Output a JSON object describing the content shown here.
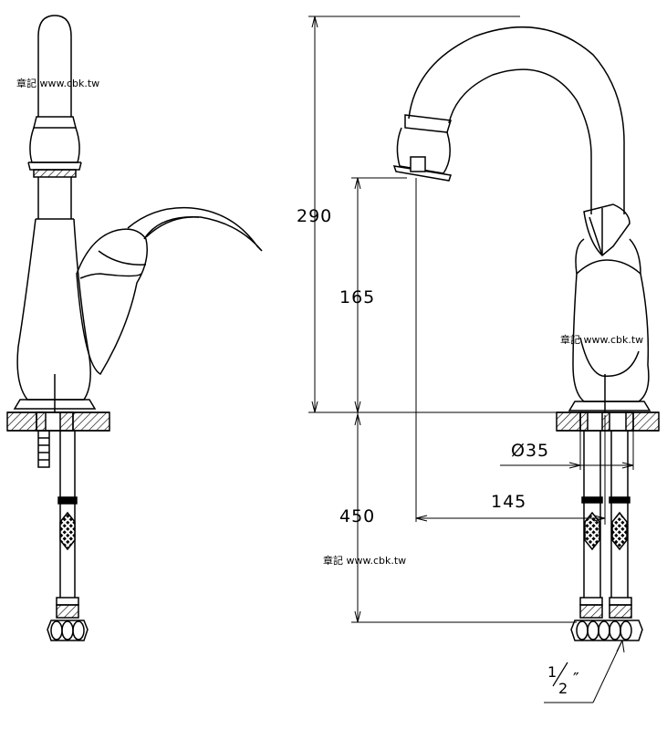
{
  "dimensions": {
    "height_total": "290",
    "spout_height": "165",
    "hose_length": "450",
    "hole_diameter": "Ø35",
    "spout_reach": "145",
    "connector_numerator": "1",
    "connector_denominator": "2",
    "connector_mark": "″"
  },
  "watermarks": {
    "top_left": "章記 www.cbk.tw",
    "right": "章記 www.cbk.tw",
    "bottom": "章記 www.cbk.tw"
  },
  "colors": {
    "line": "#000000",
    "background": "#ffffff"
  }
}
